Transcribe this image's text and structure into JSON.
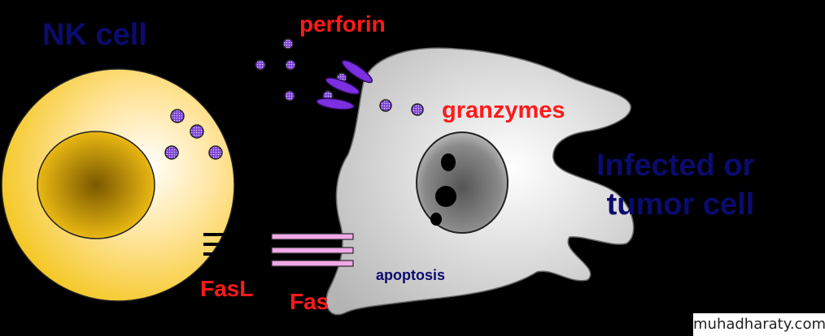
{
  "labels": {
    "nk_cell": "NK cell",
    "perforin": "perforin",
    "granzymes": "granzymes",
    "target_line1": "Infected or",
    "target_line2": "tumor cell",
    "fasl": "FasL",
    "fas": "Fas",
    "apoptosis": "apoptosis"
  },
  "watermark": "muhadharaty.com",
  "colors": {
    "background": "#000000",
    "nk_cell_fill": "#f2c20f",
    "target_cell_fill": "#c8c8c8",
    "label_red": "#ff1a1a",
    "label_navy": "#0b0b6e",
    "granule_purple": "#7a3fd6",
    "fas_receptor_pink": "#f0a8e8"
  }
}
